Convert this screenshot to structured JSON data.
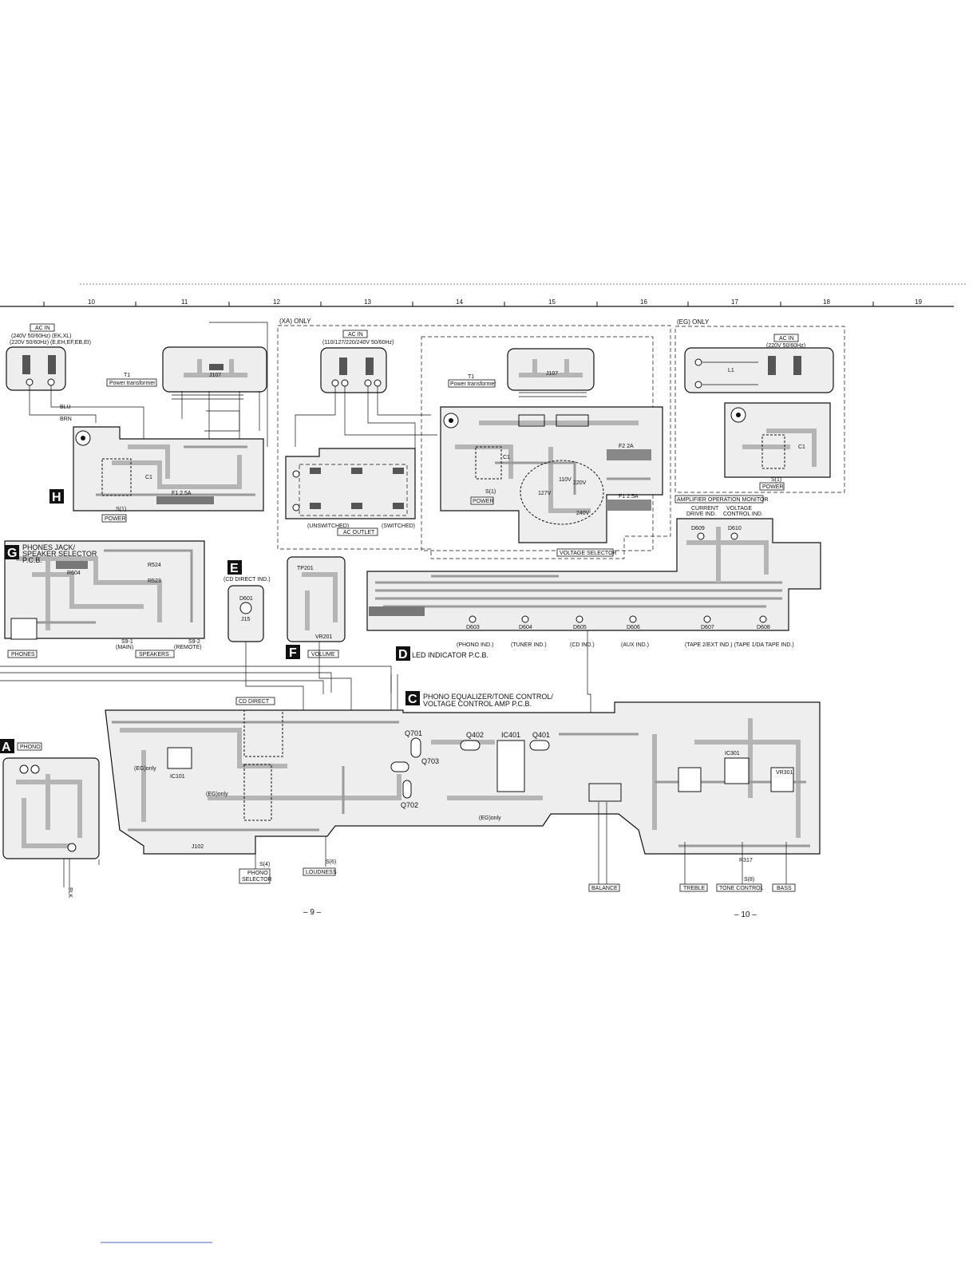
{
  "ruler": {
    "numbers": [
      "10",
      "11",
      "12",
      "13",
      "14",
      "15",
      "16",
      "17",
      "18",
      "19"
    ]
  },
  "sections": {
    "xa_only": "(XA) ONLY",
    "eg_only": "(EG) ONLY"
  },
  "tags": {
    "A": "A",
    "C": "C",
    "D": "D",
    "E": "E",
    "F": "F",
    "G": "G",
    "H": "H"
  },
  "ac_in_left": {
    "title": "AC IN",
    "line1": "(240V  50/60Hz)  (EK,XL)",
    "line2": "(220V  50/60Hz)  (E,EH,EF,EB,EI)"
  },
  "ac_in_xa": {
    "title": "AC IN",
    "line1": "(110/127/220/240V  50/60Hz)"
  },
  "ac_in_eg": {
    "title": "AC IN",
    "line1": "(220V  50/60Hz)"
  },
  "labels": {
    "t1": "T1",
    "power_transformer": "Power transformer",
    "t1_xa": "T1",
    "power_transformer_xa": "Power transformer",
    "blu": "BLU",
    "brn": "BRN",
    "blk": "BLK",
    "power_h": "POWER",
    "power_xa": "POWER",
    "power_eg": "POWER",
    "s1_h": "S(1)",
    "s1_xa": "S(1)",
    "s1_eg": "S(1)",
    "f1_h": "F1 2.5A",
    "f2_xa": "F2 2A",
    "f1_xa": "F1 2.5A",
    "unswitched": "(UNSWITCHED)",
    "switched": "(SWITCHED)",
    "ac_outlet": "AC OUTLET",
    "voltage_selector": "VOLTAGE SELECTOR",
    "amp_monitor": "AMPLIFIER OPERATION MONITOR",
    "current_drive": "CURRENT",
    "current_drive2": "DRIVE IND.",
    "voltage_control": "VOLTAGE",
    "voltage_control2": "CONTROL IND.",
    "j107": "J107",
    "c1": "C1",
    "l1": "L1",
    "v240": "240V",
    "v220": "220V",
    "v110": "110V",
    "v127": "127V"
  },
  "g_board": {
    "title1": "PHONES JACK/",
    "title2": "SPEAKER SELECTOR",
    "title3": "P.C.B.",
    "phones": "PHONES",
    "speakers": "SPEAKERS",
    "main": "(MAIN)",
    "remote": "(REMOTE)",
    "s91": "S9-1",
    "s92": "S9-2",
    "r524": "R524",
    "r523": "R523",
    "r604": "R604"
  },
  "e_board": {
    "title": "(CD DIRECT IND.)",
    "d601": "D601",
    "j15": "J15"
  },
  "f_board": {
    "title": "VOLUME",
    "tp201": "TP201",
    "vr201": "VR201"
  },
  "d_board": {
    "title": "LED INDICATOR P.C.B.",
    "phono": "(PHONO IND.)",
    "tuner": "(TUNER IND.)",
    "cd": "(CD IND.)",
    "aux": "(AUX IND.)",
    "tape": "(TAPE 2/EXT IND.) (TAPE 1/DA TAPE IND.)",
    "d603": "D603",
    "d604": "D604",
    "d605": "D605",
    "d606": "D606",
    "d607": "D607",
    "d608": "D608",
    "d609": "D609",
    "d610": "D610"
  },
  "c_board": {
    "title1": "PHONO EQUALIZER/TONE CONTROL/",
    "title2": "VOLTAGE CONTROL AMP P.C.B.",
    "cd_direct": "CD DIRECT",
    "phono_selector1": "PHONO",
    "phono_selector2": "SELECTOR",
    "loudness": "LOUDNESS",
    "balance": "BALANCE",
    "treble": "TREBLE",
    "tone_control": "TONE CONTROL",
    "bass": "BASS",
    "s4": "S(4)",
    "s6": "S(6)",
    "s8": "S(8)",
    "ic101": "IC101",
    "ic401": "IC401",
    "ic301": "IC301",
    "q701": "Q701",
    "q702": "Q702",
    "q703": "Q703",
    "q401": "Q401",
    "q402": "Q402",
    "eg_only1": "(EG)only",
    "eg_only2": "(EG)only",
    "eg_only3": "(EG)only",
    "vr301": "VR301",
    "r317": "R317",
    "j102": "J102"
  },
  "a_board": {
    "title": "PHONO"
  },
  "pages": {
    "left": "– 9 –",
    "right": "– 10 –"
  }
}
